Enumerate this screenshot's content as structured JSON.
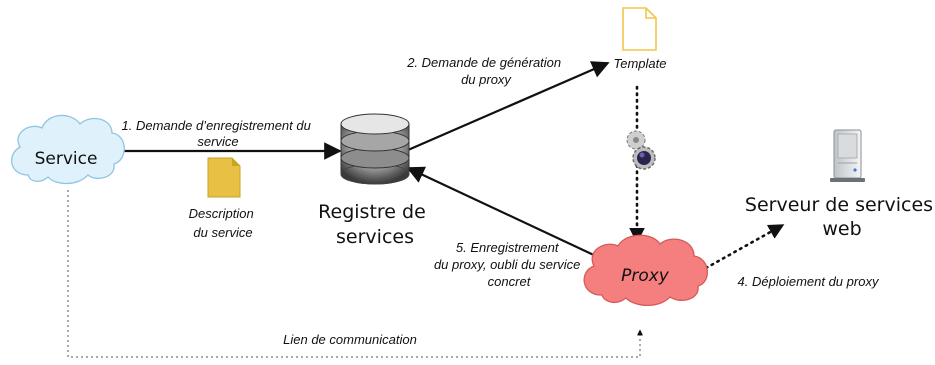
{
  "nodes": {
    "service": "Service",
    "registry": [
      "Registre de",
      "services"
    ],
    "template": "Template",
    "proxy": "Proxy",
    "server": [
      "Serveur de services",
      "web"
    ],
    "description": [
      "Description",
      "du service"
    ]
  },
  "edges": {
    "step1": [
      "1. Demande d’enregistrement du",
      "service"
    ],
    "step2": [
      "2. Demande de génération",
      "du proxy"
    ],
    "step4": "4. Déploiement du proxy",
    "step5": [
      "5. Enregistrement",
      "du proxy, oubli du service",
      "concret"
    ],
    "link": "Lien de communication"
  },
  "colors": {
    "service_cloud": "#dff1fb",
    "service_cloud_stroke": "#8fc5e3",
    "proxy_cloud": "#f57f7f",
    "proxy_cloud_stroke": "#d45a5a",
    "document": "#e8c144",
    "template_stroke": "#f0c64a"
  }
}
